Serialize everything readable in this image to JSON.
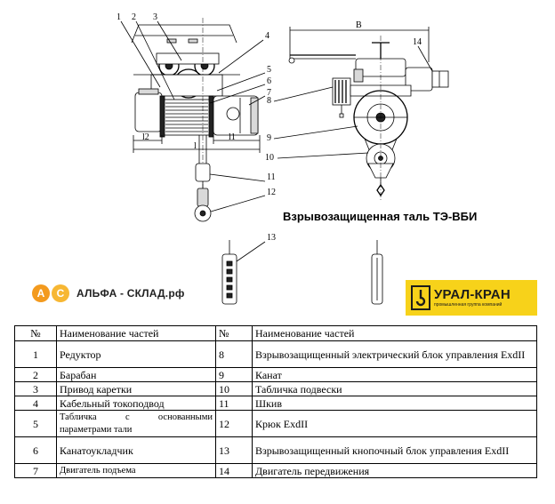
{
  "drawing": {
    "title": "Взрывозащищенная таль ТЭ-ВБИ",
    "callouts": [
      "1",
      "2",
      "3",
      "4",
      "5",
      "6",
      "7",
      "8",
      "9",
      "10",
      "11",
      "12",
      "13",
      "14"
    ],
    "dims": {
      "l": "l",
      "l1": "l1",
      "l2": "l2",
      "b": "B"
    }
  },
  "logos": {
    "alfa": {
      "letter1": "А",
      "letter2": "С",
      "text": "АЛЬФА - СКЛАД.рф"
    },
    "ural": {
      "name": "УРАЛ-КРАН",
      "tagline": "промышленная группа компаний"
    }
  },
  "table": {
    "headers": [
      "№",
      "Наименование частей",
      "№",
      "Наименование частей"
    ],
    "rows": [
      [
        "1",
        "Редуктор",
        "8",
        "Взрывозащищенный электрический блок управления ExdII"
      ],
      [
        "2",
        "Барабан",
        "9",
        "Канат"
      ],
      [
        "3",
        "Привод каретки",
        "10",
        "Табличка подвески"
      ],
      [
        "4",
        "Кабельный токоподвод",
        "11",
        "Шкив"
      ],
      [
        "5",
        "Табличка с основанными параметрами тали",
        "12",
        "Крюк ExdII"
      ],
      [
        "6",
        "Канатоукладчик",
        "13",
        "Взрывозащищенный кнопочный блок управления ExdII"
      ],
      [
        "7",
        "Двигатель подъема",
        "14",
        "Двигатель передвижения"
      ]
    ]
  }
}
